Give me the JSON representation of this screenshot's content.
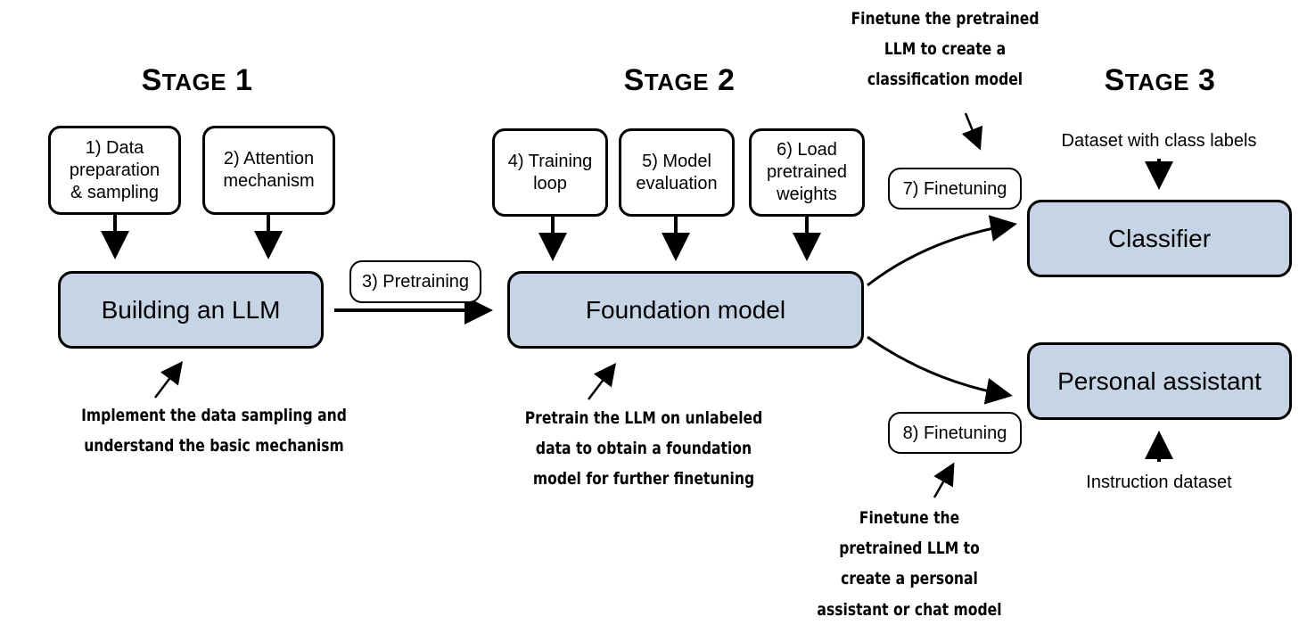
{
  "stages": [
    {
      "label_first": "S",
      "label_rest": "TAGE",
      "label_num": "1"
    },
    {
      "label_first": "S",
      "label_rest": "TAGE",
      "label_num": "2"
    },
    {
      "label_first": "S",
      "label_rest": "TAGE",
      "label_num": "3"
    }
  ],
  "steps": {
    "data_prep": [
      "1) Data",
      "preparation",
      "& sampling"
    ],
    "attention": [
      "2) Attention",
      "mechanism"
    ],
    "pretraining": "3) Pretraining",
    "training_loop": [
      "4) Training",
      "loop"
    ],
    "model_eval": [
      "5) Model",
      "evaluation"
    ],
    "load_weights": [
      "6) Load",
      "pretrained",
      "weights"
    ],
    "finetuning_7": "7) Finetuning",
    "finetuning_8": "8) Finetuning"
  },
  "main_boxes": {
    "building": "Building an LLM",
    "foundation": "Foundation model",
    "classifier": "Classifier",
    "assistant": "Personal assistant"
  },
  "notes": {
    "stage1": [
      "Implement the data sampling and",
      "understand the basic mechanism"
    ],
    "stage2": [
      "Pretrain the LLM on unlabeled",
      "data to obtain a foundation",
      "model for further finetuning"
    ],
    "classify": [
      "Finetune the pretrained",
      "LLM to create a",
      "classification model"
    ],
    "assistant": [
      "Finetune the",
      "pretrained LLM to",
      "create a personal",
      "assistant or chat model"
    ]
  },
  "inputs": {
    "class_labels": "Dataset with class labels",
    "instruction": "Instruction dataset"
  },
  "colors": {
    "main_fill": "#c5d5e6",
    "stroke": "#000000"
  }
}
